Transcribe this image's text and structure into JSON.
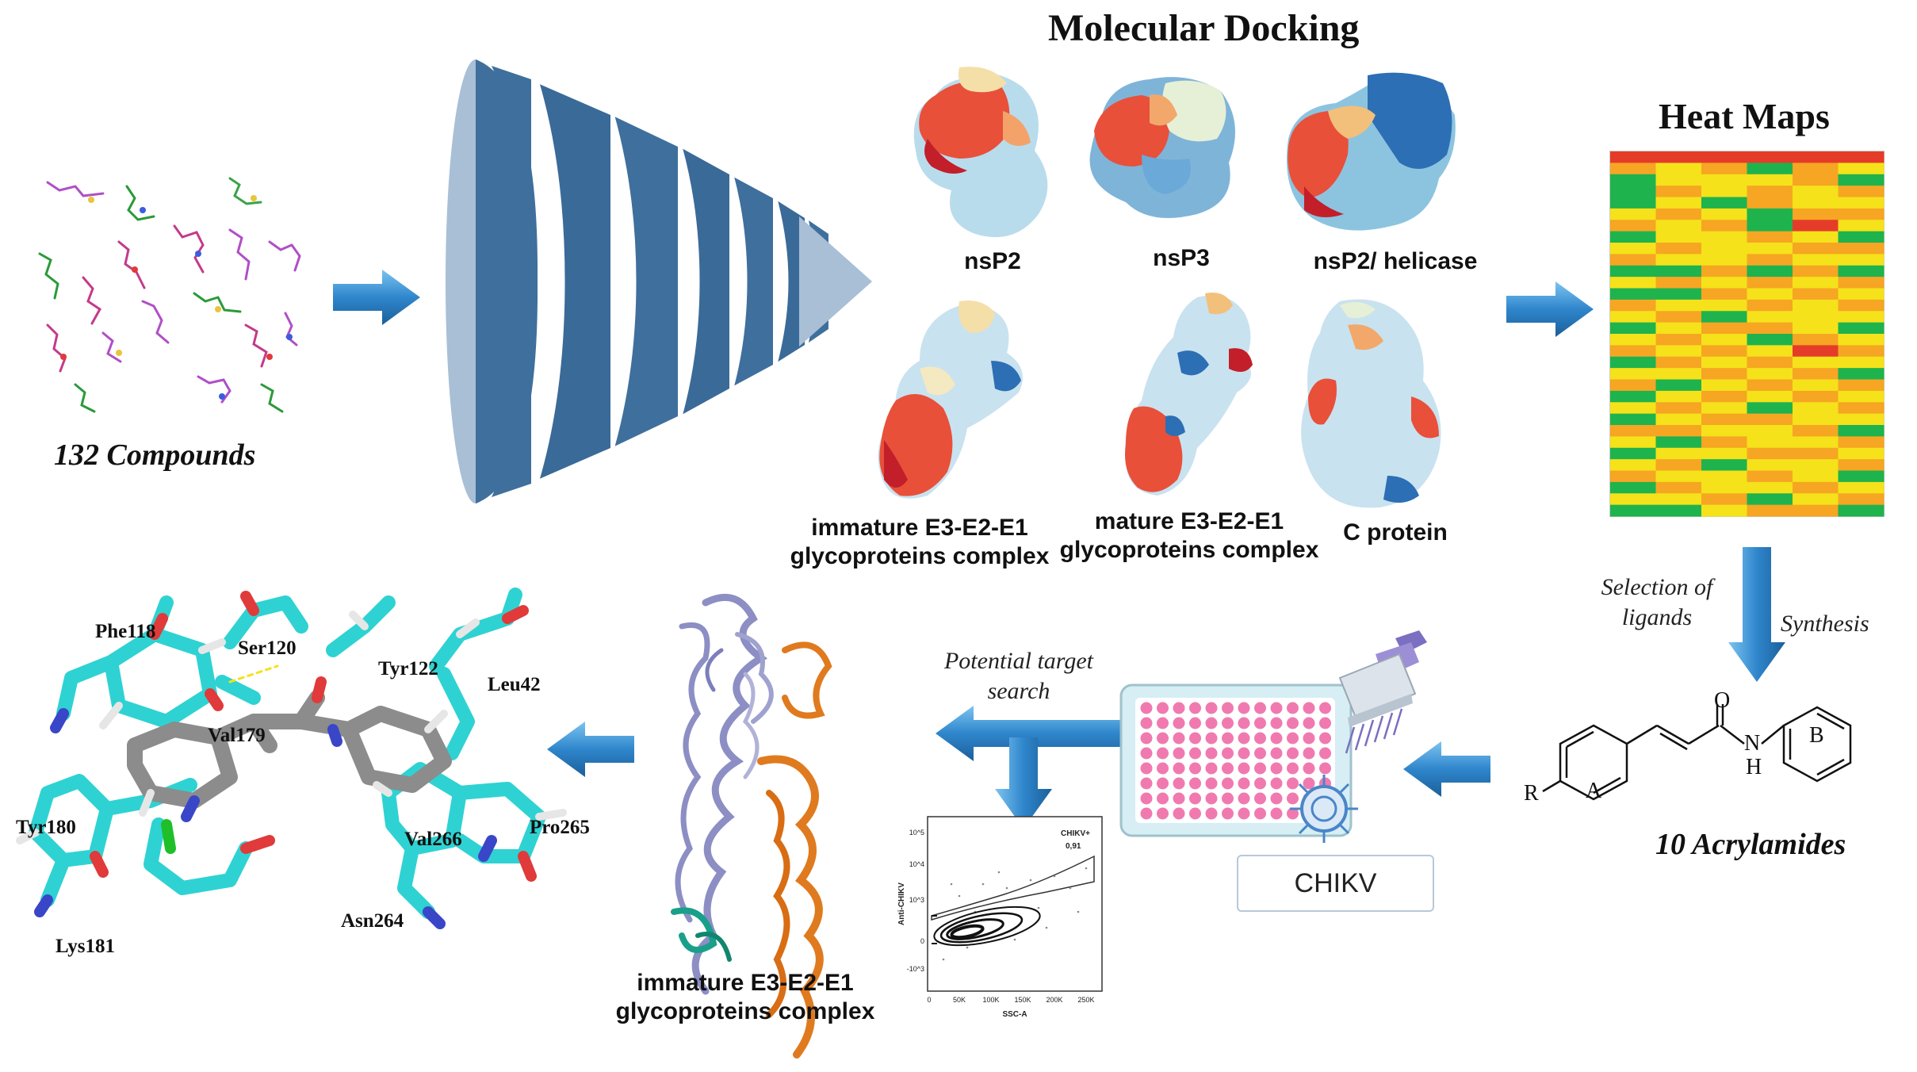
{
  "titles": {
    "molecular_docking": "Molecular Docking",
    "heat_maps": "Heat Maps"
  },
  "compounds_label": "132 Compounds",
  "proteins": {
    "nsp2": "nsP2",
    "nsp3": "nsP3",
    "nsp2_helicase": "nsP2/ helicase",
    "immature": [
      "immature E3-E2-E1",
      "glycoproteins complex"
    ],
    "mature": [
      "mature E3-E2-E1",
      "glycoproteins complex"
    ],
    "c_protein": "C protein"
  },
  "side_labels": {
    "selection": [
      "Selection of",
      "ligands"
    ],
    "synthesis": "Synthesis",
    "potential_target": [
      "Potential target",
      "search"
    ]
  },
  "acrylamide": {
    "label": "10 Acrylamides",
    "atoms": {
      "r": "R",
      "ring_a": "A",
      "ring_b": "B",
      "o": "O",
      "n": "N",
      "h": "H"
    }
  },
  "chikv_box": "CHIKV",
  "flow": {
    "y_axis": "Anti-CHIKV",
    "x_axis": "SSC-A",
    "gate_label": "CHIKV+",
    "gate_value": "0,91",
    "x_ticks": [
      "0",
      "50K",
      "100K",
      "150K",
      "200K",
      "250K"
    ],
    "y_ticks": [
      "10^5",
      "10^4",
      "10^3",
      "0",
      "-10^3"
    ]
  },
  "glyco_bottom": [
    "immature E3-E2-E1",
    "glycoproteins complex"
  ],
  "residues": {
    "phe118": "Phe118",
    "ser120": "Ser120",
    "tyr122": "Tyr122",
    "leu42": "Leu42",
    "val179": "Val179",
    "tyr180": "Tyr180",
    "lys181": "Lys181",
    "val266": "Val266",
    "pro265": "Pro265",
    "asn264": "Asn264"
  },
  "colors": {
    "arrow_blue": "#3a8fd0",
    "funnel_dark": "#3f6f9c",
    "funnel_light": "#a8bfd6",
    "heat_red": "#e53c2a",
    "heat_orange": "#f6a623",
    "heat_yellow": "#f5e21a",
    "heat_green": "#1fb34d",
    "stick_cyan": "#2fd2d2",
    "stick_grey": "#8c8c8c",
    "plate_pink": "#f07ab0",
    "ribbon_purple": "#8c8ec4",
    "ribbon_orange": "#e07a1f",
    "ribbon_teal": "#1aa08a"
  },
  "heatmap": {
    "columns": 6,
    "rows": [
      [
        "R",
        "R",
        "R",
        "R",
        "R",
        "R"
      ],
      [
        "O",
        "Y",
        "O",
        "G",
        "O",
        "Y"
      ],
      [
        "G",
        "Y",
        "Y",
        "Y",
        "O",
        "G"
      ],
      [
        "G",
        "O",
        "Y",
        "O",
        "Y",
        "O"
      ],
      [
        "G",
        "Y",
        "G",
        "O",
        "Y",
        "Y"
      ],
      [
        "Y",
        "O",
        "Y",
        "G",
        "O",
        "O"
      ],
      [
        "O",
        "Y",
        "O",
        "G",
        "R",
        "Y"
      ],
      [
        "G",
        "Y",
        "Y",
        "O",
        "Y",
        "G"
      ],
      [
        "Y",
        "O",
        "Y",
        "Y",
        "O",
        "O"
      ],
      [
        "O",
        "Y",
        "Y",
        "O",
        "Y",
        "Y"
      ],
      [
        "G",
        "G",
        "O",
        "G",
        "O",
        "G"
      ],
      [
        "Y",
        "O",
        "Y",
        "O",
        "Y",
        "O"
      ],
      [
        "G",
        "G",
        "O",
        "Y",
        "O",
        "Y"
      ],
      [
        "O",
        "Y",
        "Y",
        "O",
        "Y",
        "O"
      ],
      [
        "Y",
        "O",
        "G",
        "Y",
        "Y",
        "Y"
      ],
      [
        "G",
        "Y",
        "O",
        "O",
        "Y",
        "G"
      ],
      [
        "Y",
        "O",
        "Y",
        "G",
        "O",
        "Y"
      ],
      [
        "O",
        "Y",
        "O",
        "Y",
        "R",
        "O"
      ],
      [
        "G",
        "O",
        "Y",
        "O",
        "Y",
        "Y"
      ],
      [
        "Y",
        "Y",
        "O",
        "Y",
        "O",
        "G"
      ],
      [
        "O",
        "G",
        "Y",
        "O",
        "Y",
        "O"
      ],
      [
        "G",
        "Y",
        "O",
        "Y",
        "O",
        "Y"
      ],
      [
        "Y",
        "O",
        "Y",
        "G",
        "Y",
        "O"
      ],
      [
        "G",
        "Y",
        "O",
        "O",
        "Y",
        "Y"
      ],
      [
        "O",
        "O",
        "Y",
        "Y",
        "O",
        "G"
      ],
      [
        "Y",
        "G",
        "O",
        "Y",
        "Y",
        "O"
      ],
      [
        "G",
        "Y",
        "Y",
        "O",
        "O",
        "Y"
      ],
      [
        "Y",
        "O",
        "G",
        "Y",
        "Y",
        "O"
      ],
      [
        "O",
        "Y",
        "Y",
        "O",
        "Y",
        "G"
      ],
      [
        "G",
        "O",
        "Y",
        "Y",
        "O",
        "Y"
      ],
      [
        "Y",
        "Y",
        "O",
        "G",
        "Y",
        "O"
      ],
      [
        "G",
        "G",
        "Y",
        "O",
        "O",
        "G"
      ]
    ]
  }
}
